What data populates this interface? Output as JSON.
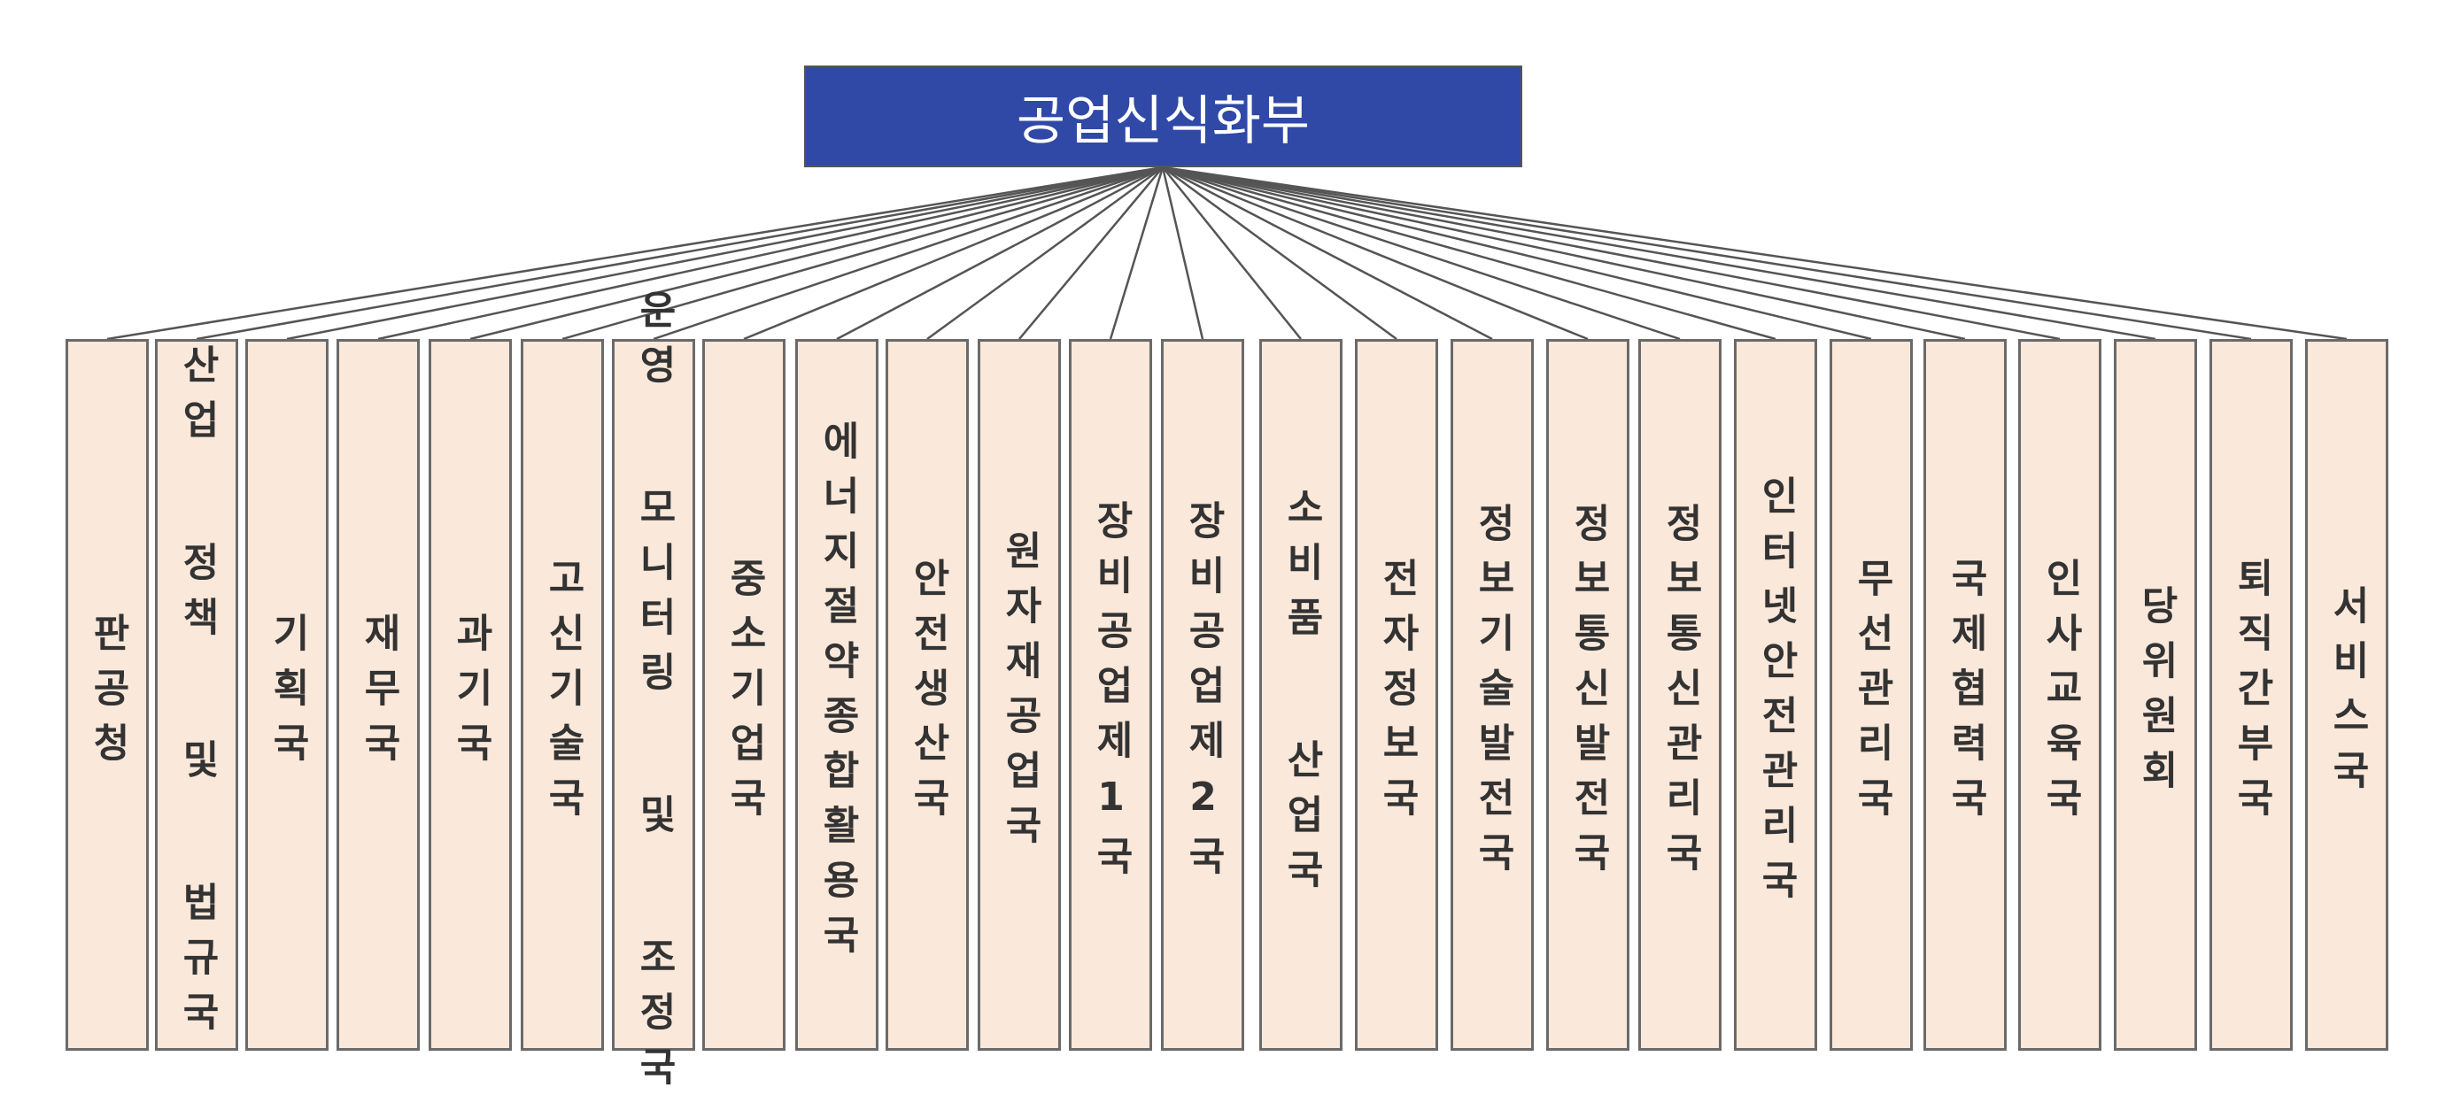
{
  "root": {
    "label": "공업신식화부"
  },
  "departments": [
    "판공청",
    "산업 정책 및 법규국",
    "기획국",
    "재무국",
    "과기국",
    "고신기술국",
    "운영 모니터링 및 조정국",
    "중소기업국",
    "에너지절약종합활용국",
    "안전생산국",
    "원자재공업국",
    "장비공업제1국",
    "장비공업제2국",
    "소비품 산업국",
    "전자정보국",
    "정보기술발전국",
    "정보통신발전국",
    "정보통신관리국",
    "인터넷안전관리국",
    "무선관리국",
    "국제협력국",
    "인사교육국",
    "당위원회",
    "퇴직간부국",
    "서비스국"
  ],
  "colors": {
    "root_fill": "#3049A6",
    "dept_fill": "#FAE8DA",
    "line": "#555555"
  }
}
